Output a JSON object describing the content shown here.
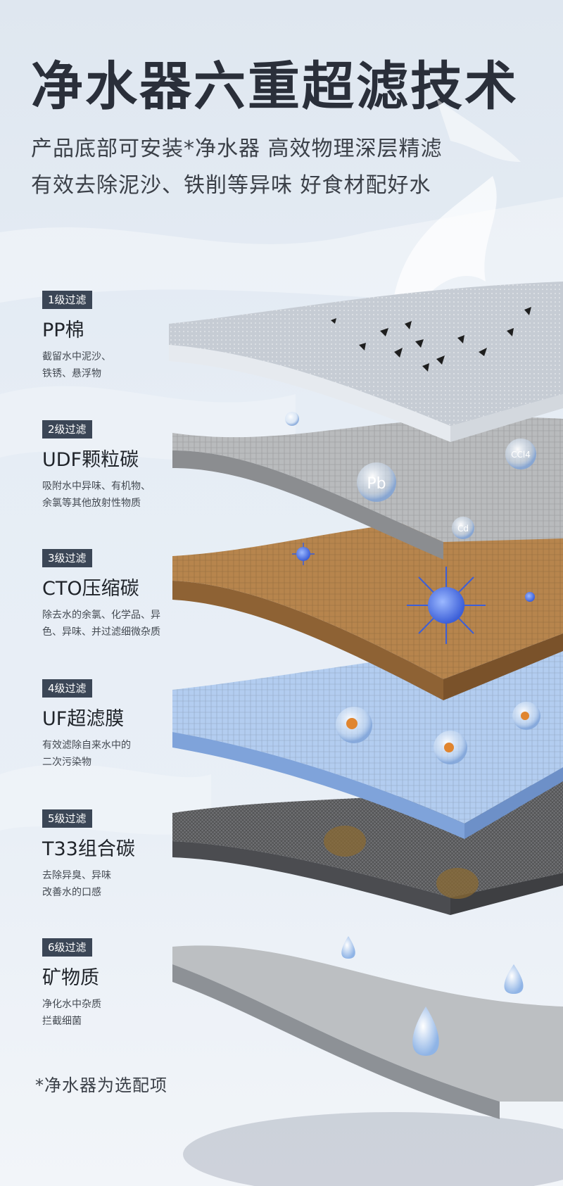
{
  "title": "净水器六重超滤技术",
  "subtitle_lines": [
    "产品底部可安装*净水器 高效物理深层精滤",
    "有效去除泥沙、铁削等异味 好食材配好水"
  ],
  "layers": [
    {
      "badge": "1级过滤",
      "name": "PP棉",
      "desc": [
        "截留水中泥沙、",
        "铁锈、悬浮物"
      ]
    },
    {
      "badge": "2级过滤",
      "name": "UDF颗粒碳",
      "desc": [
        "吸附水中异味、有机物、",
        "余氯等其他放射性物质"
      ]
    },
    {
      "badge": "3级过滤",
      "name": "CTO压缩碳",
      "desc": [
        "除去水的余氯、化学品、异",
        "色、异味、并过滤细微杂质"
      ]
    },
    {
      "badge": "4级过滤",
      "name": "UF超滤膜",
      "desc": [
        "有效滤除自来水中的",
        "二次污染物"
      ]
    },
    {
      "badge": "5级过滤",
      "name": "T33组合碳",
      "desc": [
        "去除异臭、异味",
        "改善水的口感"
      ]
    },
    {
      "badge": "6级过滤",
      "name": "矿物质",
      "desc": [
        "净化水中杂质",
        "拦截细菌"
      ]
    }
  ],
  "molecules": {
    "pb": "Pb",
    "ccl4": "CCl4",
    "cd": "Cd"
  },
  "footnote": "*净水器为选配项",
  "colors": {
    "badge_bg": "#3b4656",
    "title": "#2a2f3a",
    "layer1": "#c6ccd4",
    "layer2": "#b9bbbd",
    "layer3": "#b7854d",
    "layer4": "#b3cdf0",
    "layer5": "#6f7073",
    "layer6": "#bcbfc2"
  }
}
